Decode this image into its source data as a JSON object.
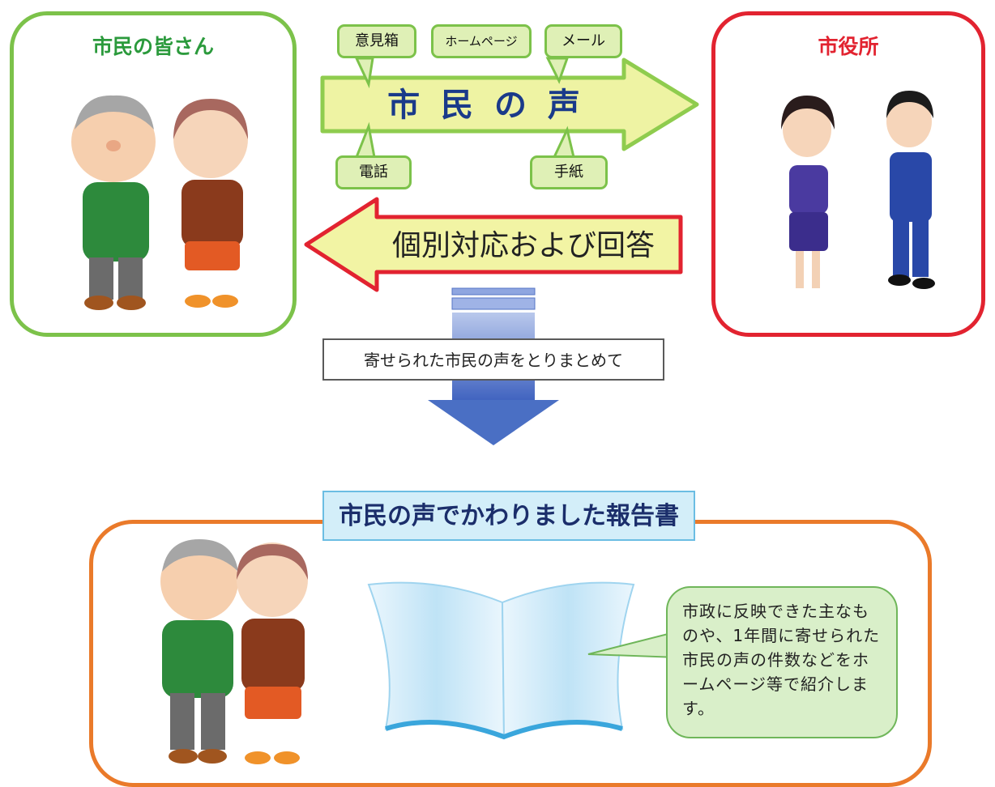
{
  "citizens_panel": {
    "title": "市民の皆さん"
  },
  "cityhall_panel": {
    "title": "市役所"
  },
  "voice_arrow": {
    "label": "市 民 の 声"
  },
  "channels": {
    "opinion_box": "意見箱",
    "homepage": "ホームページ",
    "mail": "メール",
    "phone": "電話",
    "letter": "手紙"
  },
  "response_arrow": {
    "label": "個別対応および回答"
  },
  "summary_label": "寄せられた市民の声をとりまとめて",
  "report": {
    "title": "市民の声でかわりました報告書",
    "speech": "市政に反映できた主なものや、1年間に寄せられた市民の声の件数などをホームページ等で紹介します。"
  },
  "colors": {
    "citizens_green": "#2b9a3c",
    "cityhall_red": "#e22330",
    "report_orange": "#ea7a2a",
    "arrow_yellow": "#eef3a3",
    "blue_arrow": "#4a6fc4"
  }
}
